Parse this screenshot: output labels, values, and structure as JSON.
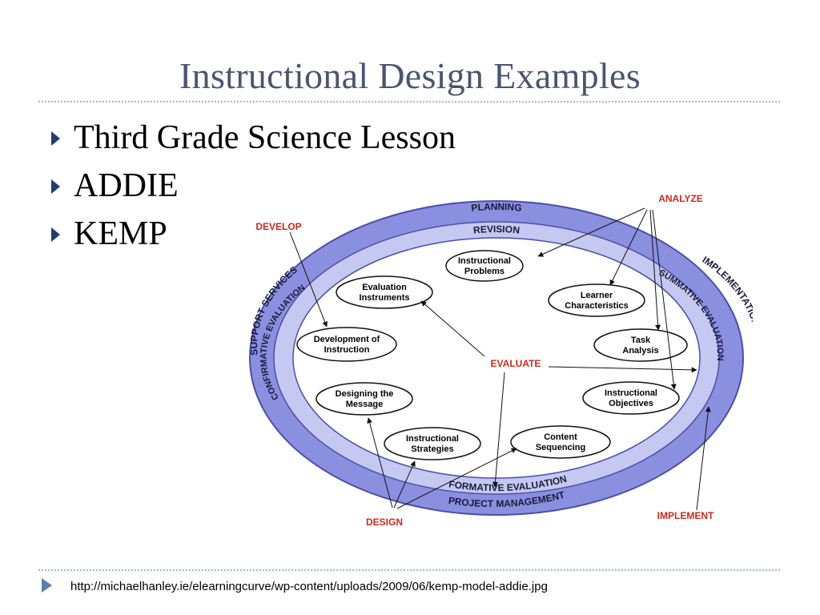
{
  "slide": {
    "title": "Instructional Design Examples",
    "bullets": [
      {
        "label": "Third Grade Science Lesson"
      },
      {
        "label": "ADDIE"
      },
      {
        "label": "KEMP"
      }
    ],
    "source_url": "http://michaelhanley.ie/elearningcurve/wp-content/uploads/2009/06/kemp-model-addie.jpg"
  },
  "diagram": {
    "outer_ring": {
      "planning": "PLANNING",
      "support_services": "SUPPORT SERVICES",
      "implementation": "IMPLEMENTATION",
      "project_management": "PROJECT MANAGEMENT"
    },
    "inner_ring": {
      "revision": "REVISION",
      "confirmative_evaluation": "CONFIRMATIVE EVALUATION",
      "summative_evaluation": "SUMMATIVE EVALUATION",
      "formative_evaluation": "FORMATIVE EVALUATION"
    },
    "stages": {
      "analyze": "ANALYZE",
      "develop": "DEVELOP",
      "evaluate": "EVALUATE",
      "design": "DESIGN",
      "implement": "IMPLEMENT"
    },
    "nodes": {
      "instructional_problems": [
        "Instructional",
        "Problems"
      ],
      "learner_characteristics": [
        "Learner",
        "Characteristics"
      ],
      "task_analysis": [
        "Task",
        "Analysis"
      ],
      "instructional_objectives": [
        "Instructional",
        "Objectives"
      ],
      "content_sequencing": [
        "Content",
        "Sequencing"
      ],
      "instructional_strategies": [
        "Instructional",
        "Strategies"
      ],
      "designing_the_message": [
        "Designing the",
        "Message"
      ],
      "development_of_instruction": [
        "Development of",
        "Instruction"
      ],
      "evaluation_instruments": [
        "Evaluation",
        "Instruments"
      ]
    },
    "colors": {
      "outer_ring": "#8a8fe0",
      "inner_ring": "#c5c8f0",
      "ring_border": "#4a4fa8",
      "stage_label": "#cc2a1e"
    }
  }
}
